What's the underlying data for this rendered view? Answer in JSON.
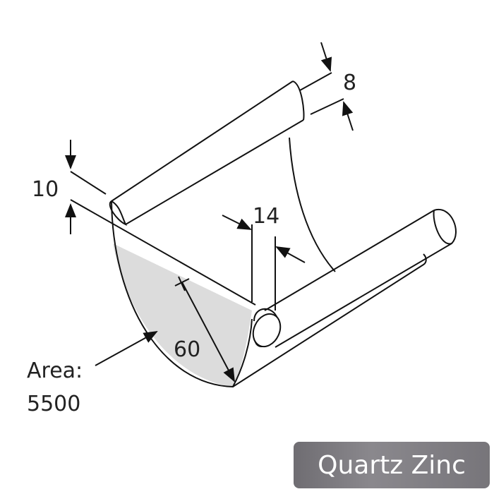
{
  "diagram": {
    "dimensions": {
      "bead_top": "8",
      "rim_height": "10",
      "bead_front": "14",
      "radius": "60"
    },
    "area_label": "Area:",
    "area_value": "5500"
  },
  "badge": {
    "label": "Quartz Zinc",
    "color": "#77757a"
  }
}
